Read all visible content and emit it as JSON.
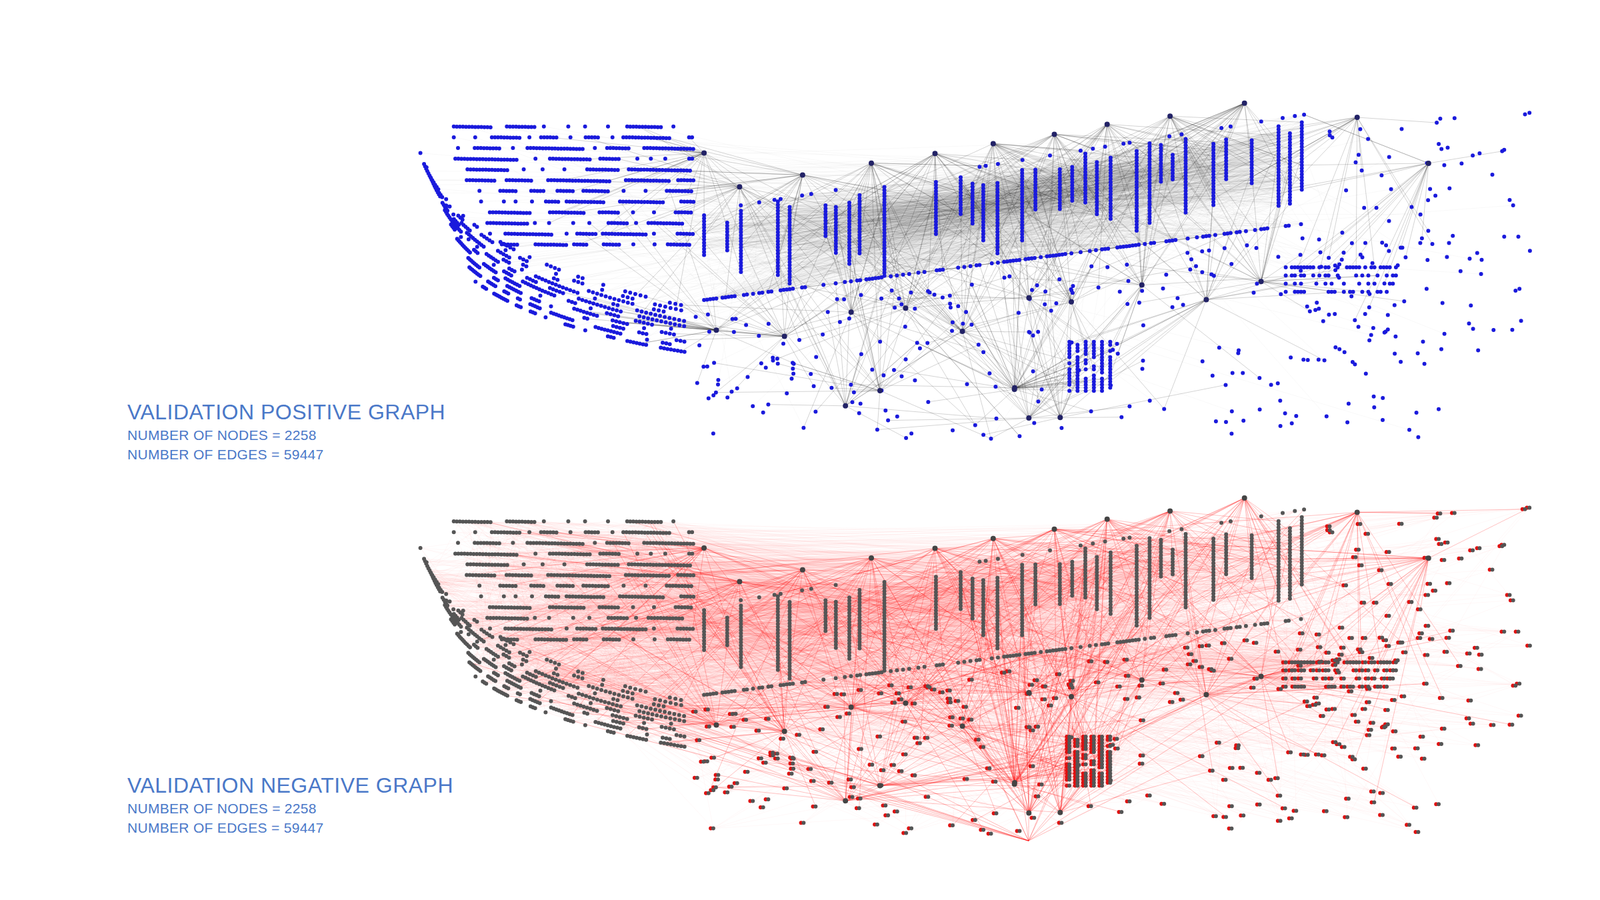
{
  "diagram": {
    "labels": [
      "VALIDATION POSITIVE GRAPH",
      "NUMBER OF NODES = 2258",
      "NUMBER OF EDGES = 59447",
      "VALIDATION NEGATIVE GRAPH",
      "NUMBER OF NODES = 2258",
      "NUMBER OF EDGES = 59447"
    ]
  }
}
